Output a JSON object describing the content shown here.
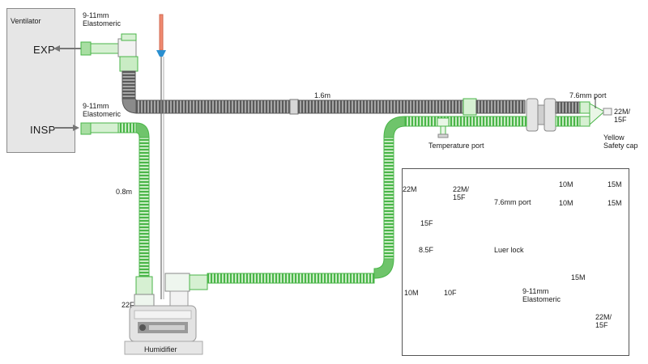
{
  "ventilator": {
    "title": "Ventilator",
    "exp": "EXP",
    "insp": "INSP"
  },
  "labels": {
    "connector_top": "9-11mm\nElastomeric",
    "connector_mid": "9-11mm\nElastomeric",
    "length_long": "1.6m",
    "length_short": "0.8m",
    "port_76": "7.6mm port",
    "port_22m15f": "22M/\n15F",
    "temp_port": "Temperature port",
    "safety_cap": "Yellow\nSafety cap",
    "humid_22f": "22F",
    "humidifier": "Humidifier"
  },
  "legend": {
    "a_22m": "22M",
    "a_22m15f": "22M/\n15F",
    "b_port": "7.6mm port",
    "c_10m_top": "10M",
    "c_15m_top": "15M",
    "c_10m_bot": "10M",
    "c_15m_bot": "15M",
    "d_15f": "15F",
    "d_85f": "8.5F",
    "e_luer": "Luer lock",
    "f_10m": "10M",
    "f_10f": "10F",
    "g_elast": "9-11mm\nElastomeric",
    "h_15m": "15M",
    "h_22m15f": "22M/\n15F"
  },
  "colors": {
    "green_light": "#c9ecc4",
    "green_dark": "#49b548",
    "gray_tube": "#8b8b8b",
    "gray_dark": "#4d4d4d",
    "probe_red": "#f08a70",
    "probe_blue": "#2a8fd0",
    "box_fill": "#e6e6e6"
  }
}
